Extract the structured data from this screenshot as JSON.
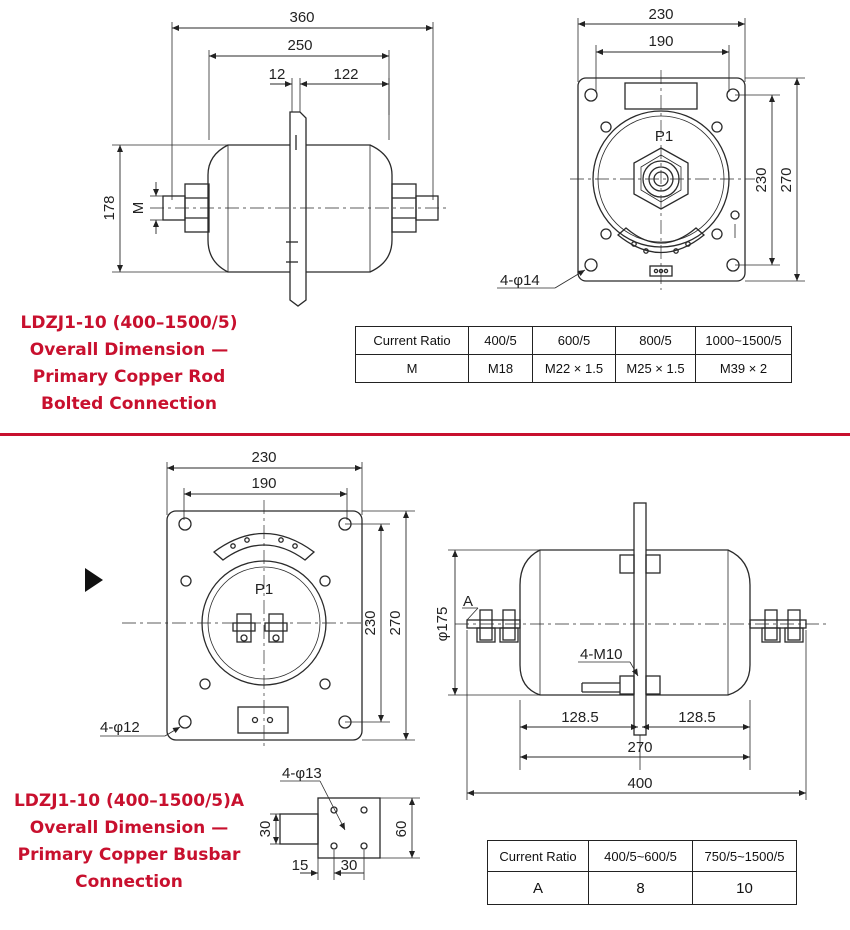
{
  "top": {
    "side_view": {
      "dims": {
        "overall": "360",
        "body": "250",
        "plate": "12",
        "offset": "122",
        "height": "178",
        "thread": "M"
      }
    },
    "front_view": {
      "dims": {
        "width_outer": "230",
        "width_inner": "190",
        "height_inner": "230",
        "height_outer": "270",
        "holes": "4-φ14"
      },
      "terminal": "P1"
    },
    "title": [
      "LDZJ1-10 (400–1500/5)",
      "Overall Dimension —",
      "Primary Copper Rod",
      "Bolted Connection"
    ],
    "table": {
      "header": [
        "Current Ratio",
        "400/5",
        "600/5",
        "800/5",
        "1000~1500/5"
      ],
      "row": [
        "M",
        "M18",
        "M22 × 1.5",
        "M25 × 1.5",
        "M39 × 2"
      ]
    }
  },
  "bottom": {
    "front_view": {
      "dims": {
        "width_outer": "230",
        "width_inner": "190",
        "height_inner": "230",
        "height_outer": "270",
        "holes": "4-φ12"
      },
      "terminal": "P1"
    },
    "side_view": {
      "dims": {
        "diameter": "φ175",
        "busbar": "A",
        "bolts": "4-M10",
        "left": "128.5",
        "right": "128.5",
        "body": "270",
        "overall": "400"
      }
    },
    "busbar_detail": {
      "dims": {
        "holes": "4-φ13",
        "h_small": "30",
        "h_large": "60",
        "w_edge": "15",
        "w_pitch": "30"
      }
    },
    "title": [
      "LDZJ1-10 (400–1500/5)A",
      "Overall Dimension —",
      "Primary Copper Busbar",
      "Connection"
    ],
    "table": {
      "header": [
        "Current Ratio",
        "400/5~600/5",
        "750/5~1500/5"
      ],
      "row": [
        "A",
        "8",
        "10"
      ]
    }
  },
  "colors": {
    "line": "#2a2a2a",
    "accent": "#c8102e"
  },
  "icons": {
    "pointer": "triangle-pointer-icon"
  }
}
